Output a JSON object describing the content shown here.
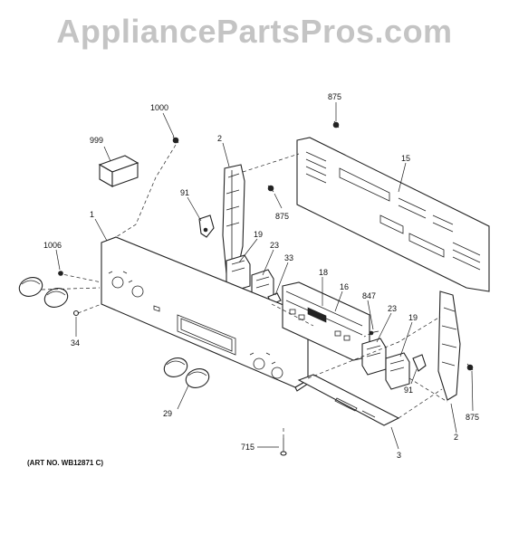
{
  "watermark": "AppliancePartsPros.com",
  "art_number": "(ART NO. WB12871 C)",
  "callouts": {
    "c875a": "875",
    "c15": "15",
    "c1000": "1000",
    "c999": "999",
    "c2a": "2",
    "c91a": "91",
    "c875b": "875",
    "c1": "1",
    "c1006": "1006",
    "c19a": "19",
    "c23a": "23",
    "c33": "33",
    "c18": "18",
    "c16": "16",
    "c847": "847",
    "c23b": "23",
    "c19b": "19",
    "c34": "34",
    "c91b": "91",
    "c875c": "875",
    "c29": "29",
    "c2b": "2",
    "c715": "715",
    "c3": "3"
  }
}
